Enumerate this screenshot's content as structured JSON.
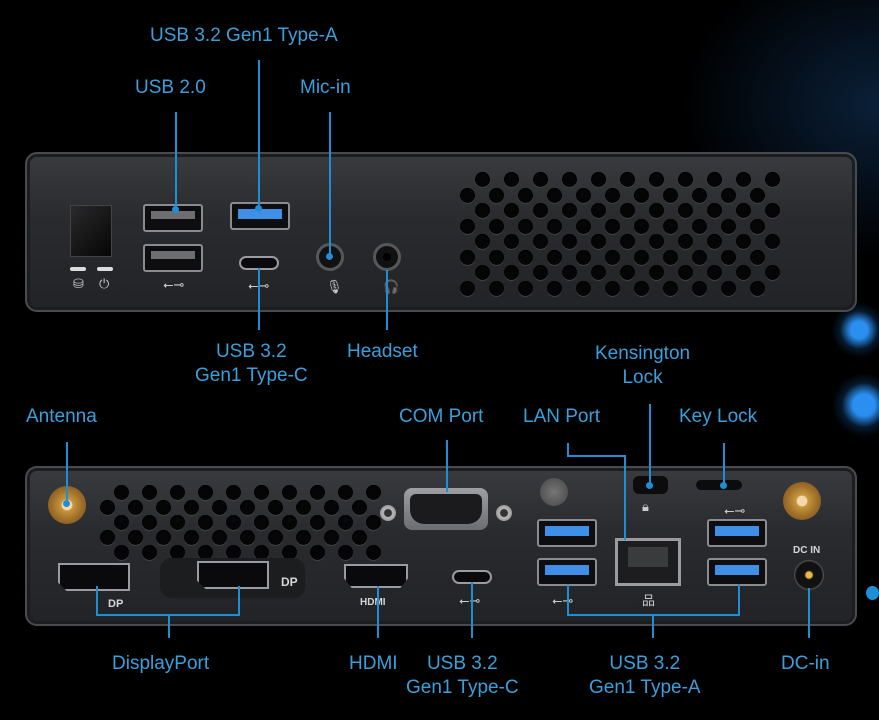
{
  "title": "Mini PC I/O Ports",
  "front_panel": {
    "labels": {
      "usb32_gen1_typeA": "USB 3.2 Gen1 Type-A",
      "usb20": "USB 2.0",
      "mic_in": "Mic-in",
      "usb32_line1": "USB 3.2",
      "usb32_line2": "Gen1 Type-C",
      "headset": "Headset"
    },
    "icons": [
      "hdd-led-icon",
      "power-icon",
      "usb-icon",
      "usb-icon",
      "microphone-icon",
      "headset-icon"
    ]
  },
  "rear_panel": {
    "labels": {
      "antenna": "Antenna",
      "com_port": "COM Port",
      "lan_port": "LAN Port",
      "kensington_line1": "Kensington",
      "kensington_line2": "Lock",
      "key_lock": "Key Lock",
      "displayport": "DisplayPort",
      "hdmi": "HDMI",
      "usbc_line1": "USB 3.2",
      "usbc_line2": "Gen1 Type-C",
      "usba_line1": "USB 3.2",
      "usba_line2": "Gen1 Type-A",
      "dc_in": "DC-in"
    },
    "silkscreen": {
      "dp1": "DP",
      "dp2": "DP",
      "hdmi": "HDMI",
      "dc_in": "DC IN"
    }
  },
  "colors": {
    "label": "#3aa0dc",
    "line": "#1e8fd6",
    "chassis": "#2a2b2e",
    "usb3_blue": "#3f8fe6"
  }
}
